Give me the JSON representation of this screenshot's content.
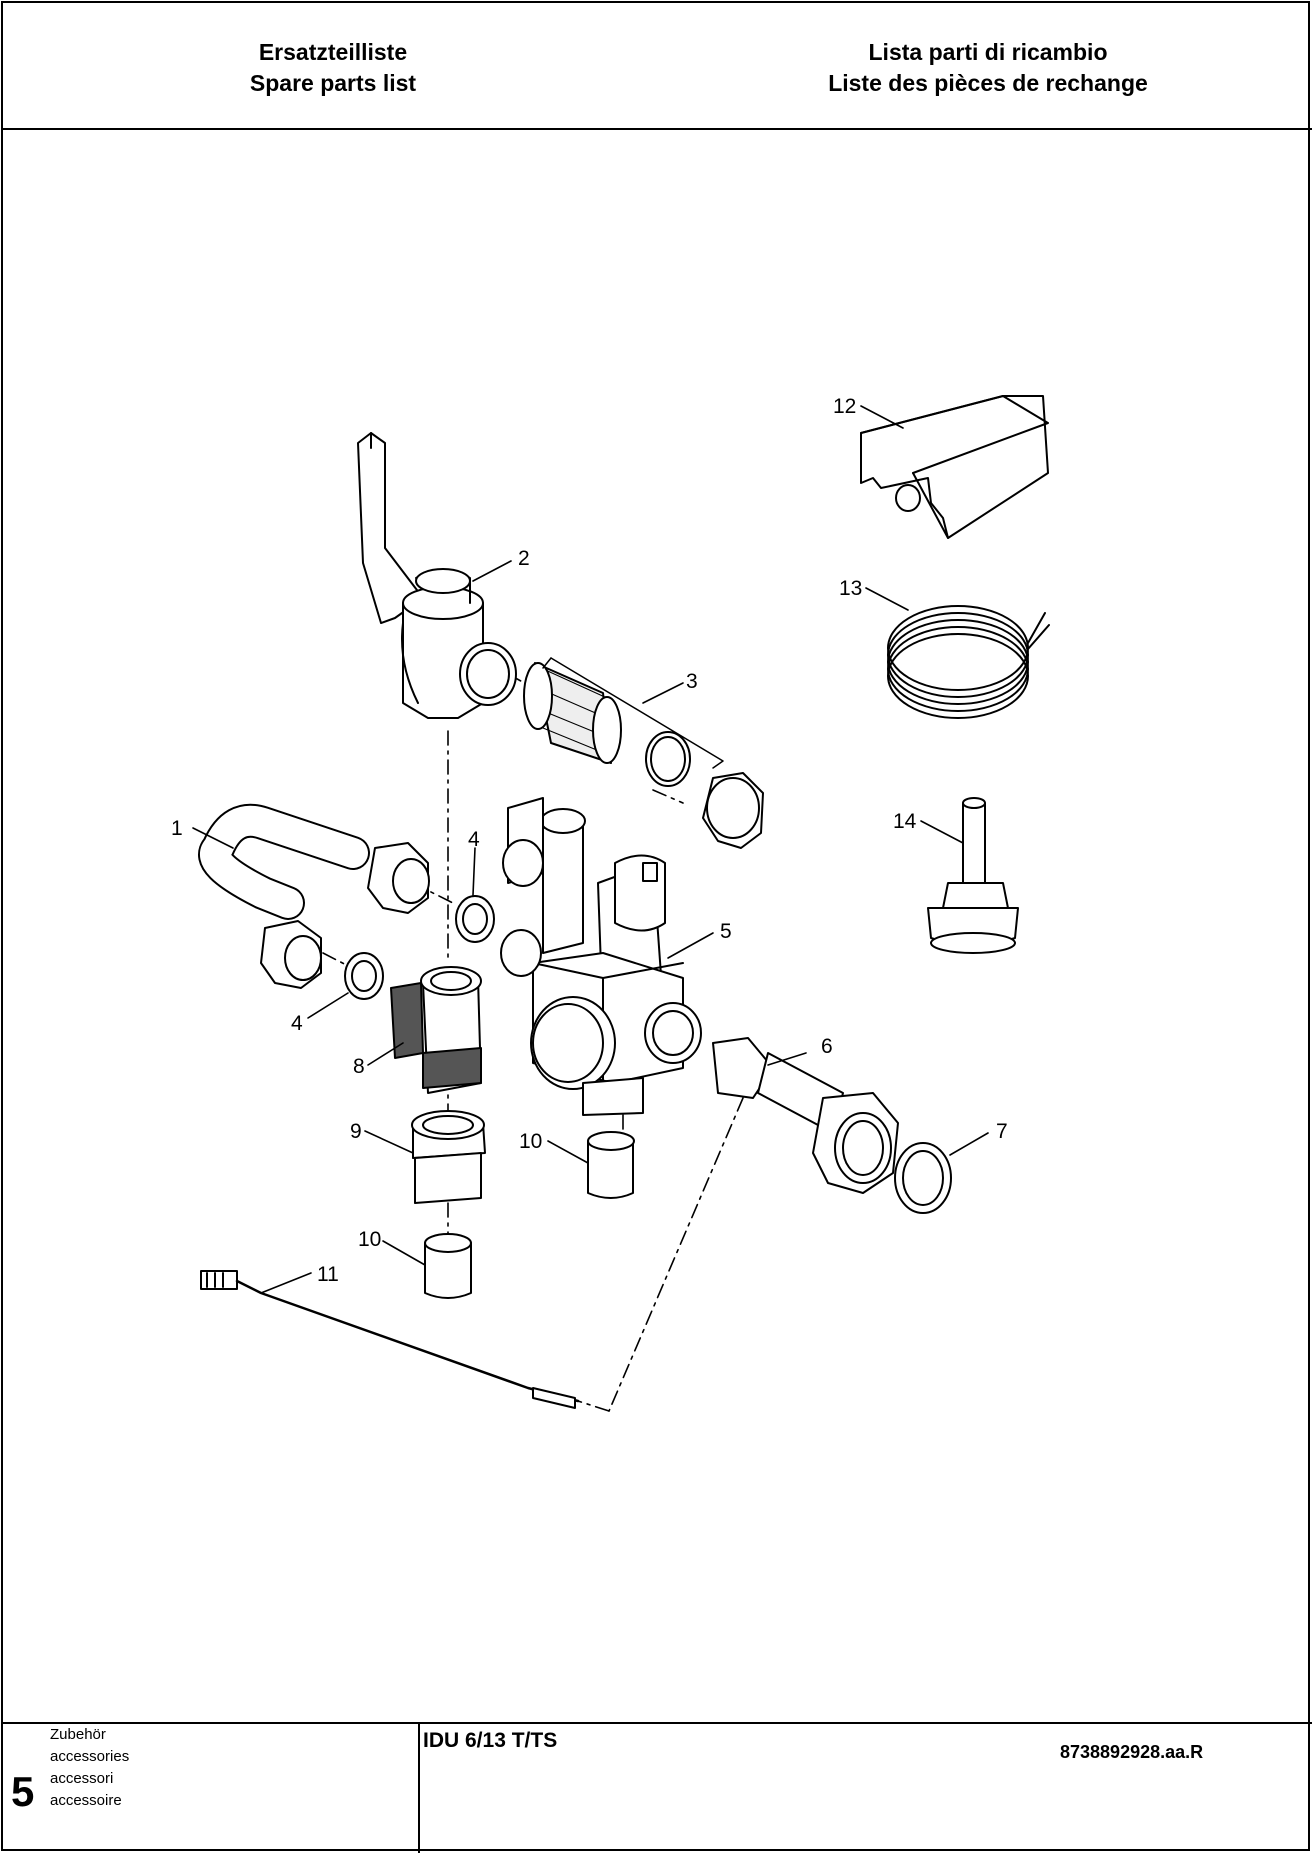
{
  "header": {
    "left_line1": "Ersatzteilliste",
    "left_line2": "Spare parts list",
    "right_line1": "Lista parti di ricambio",
    "right_line2": "Liste des pièces de rechange"
  },
  "drawing": {
    "callouts": [
      "1",
      "2",
      "3",
      "4",
      "4",
      "5",
      "6",
      "7",
      "8",
      "9",
      "10",
      "10",
      "11",
      "12",
      "13",
      "14"
    ],
    "document_number": "8738892928.aa.R"
  },
  "footer": {
    "section_number": "5",
    "category_de": "Zubehör",
    "category_en": "accessories",
    "category_it": "accessori",
    "category_fr": "accessoire",
    "model": "IDU 6/13 T/TS"
  }
}
